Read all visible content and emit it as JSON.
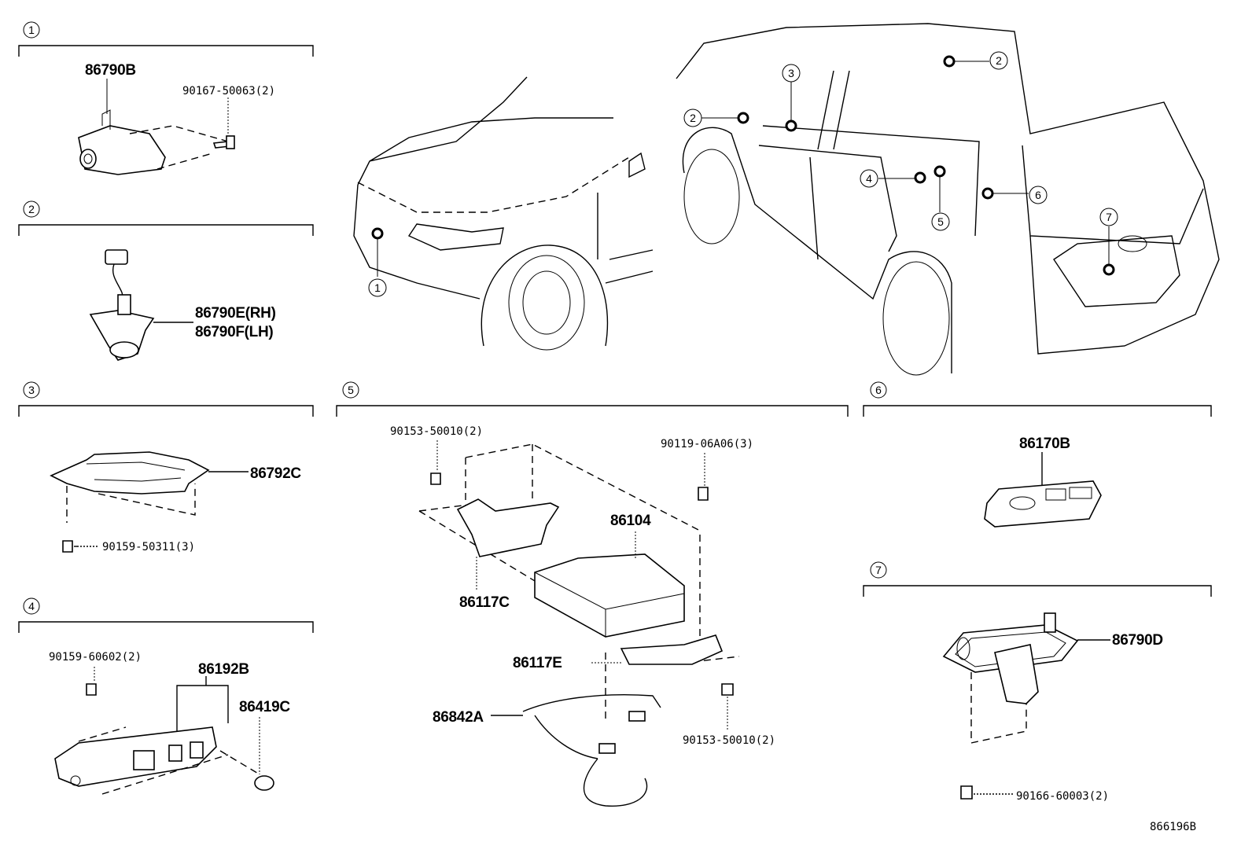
{
  "sections": [
    {
      "num": "1",
      "parts": [
        "86790B",
        "90167-50063(2)"
      ]
    },
    {
      "num": "2",
      "parts": [
        "86790E(RH)",
        "86790F(LH)"
      ]
    },
    {
      "num": "3",
      "parts": [
        "86792C",
        "90159-50311(3)"
      ]
    },
    {
      "num": "4",
      "parts": [
        "90159-60602(2)",
        "86192B",
        "86419C"
      ]
    },
    {
      "num": "5",
      "parts": [
        "90153-50010(2)",
        "90119-06A06(3)",
        "86104",
        "86117C",
        "86117E",
        "86842A",
        "90153-50010(2)"
      ]
    },
    {
      "num": "6",
      "parts": [
        "86170B"
      ]
    },
    {
      "num": "7",
      "parts": [
        "86790D",
        "90166-60003(2)"
      ]
    }
  ],
  "vehicle_callouts": {
    "front": [
      "1"
    ],
    "rear": [
      "2",
      "3",
      "2",
      "4",
      "5",
      "6",
      "7"
    ]
  },
  "illustration_id": "866196B"
}
